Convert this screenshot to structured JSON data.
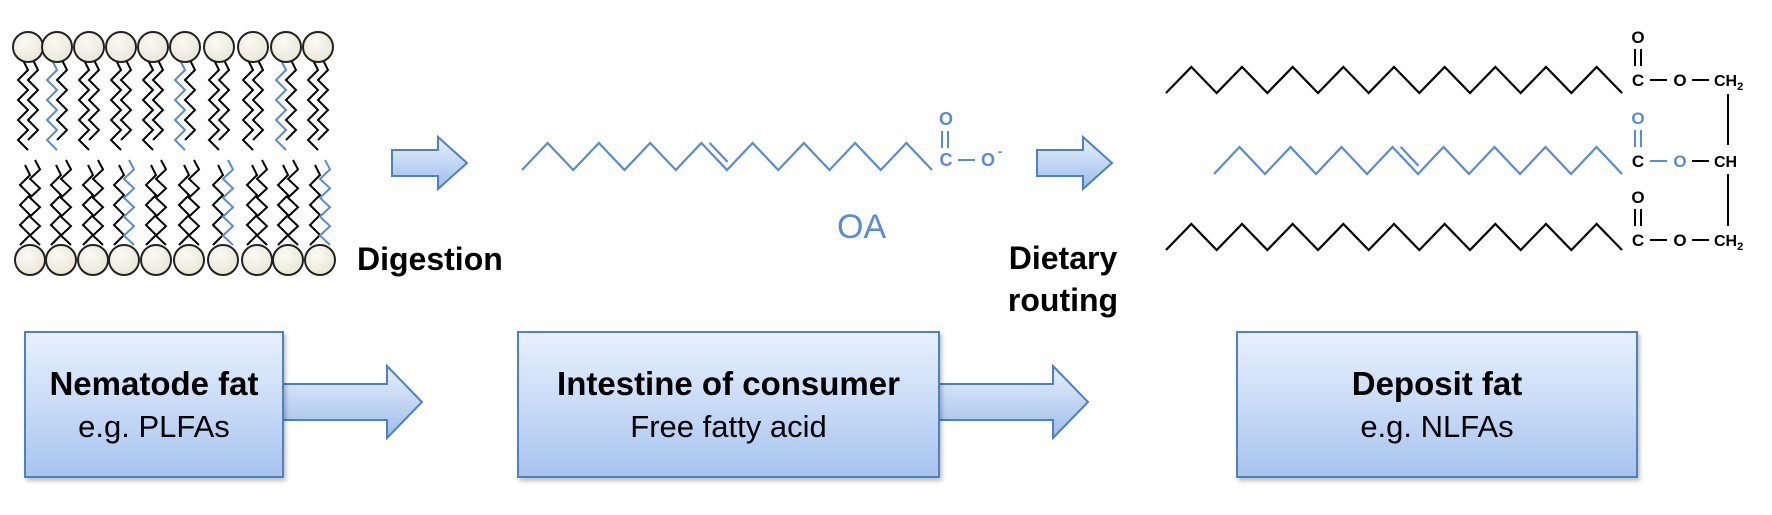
{
  "labels": {
    "digestion": "Digestion",
    "dietary_routing_line1": "Dietary",
    "dietary_routing_line2": "routing",
    "oa": "OA"
  },
  "boxes": [
    {
      "title": "Nematode fat",
      "subtitle": "e.g. PLFAs"
    },
    {
      "title": "Intestine of consumer",
      "subtitle": "Free fatty acid"
    },
    {
      "title": "Deposit fat",
      "subtitle": "e.g. NLFAs"
    }
  ],
  "chem": {
    "carbonyl_o": "O",
    "carboxyl_c": "C",
    "ester_o": "O",
    "anion_o": "O",
    "charge": "-",
    "ch2": "CH",
    "ch2_sub": "2",
    "ch": "CH",
    "bond_dash": "–"
  },
  "colors": {
    "blue_chain": "#5b8bd0",
    "black_chain": "#000000",
    "box_border": "#4f81bd",
    "arrow_fill_top": "#e7f0fd",
    "arrow_fill_bottom": "#9dbdea"
  }
}
